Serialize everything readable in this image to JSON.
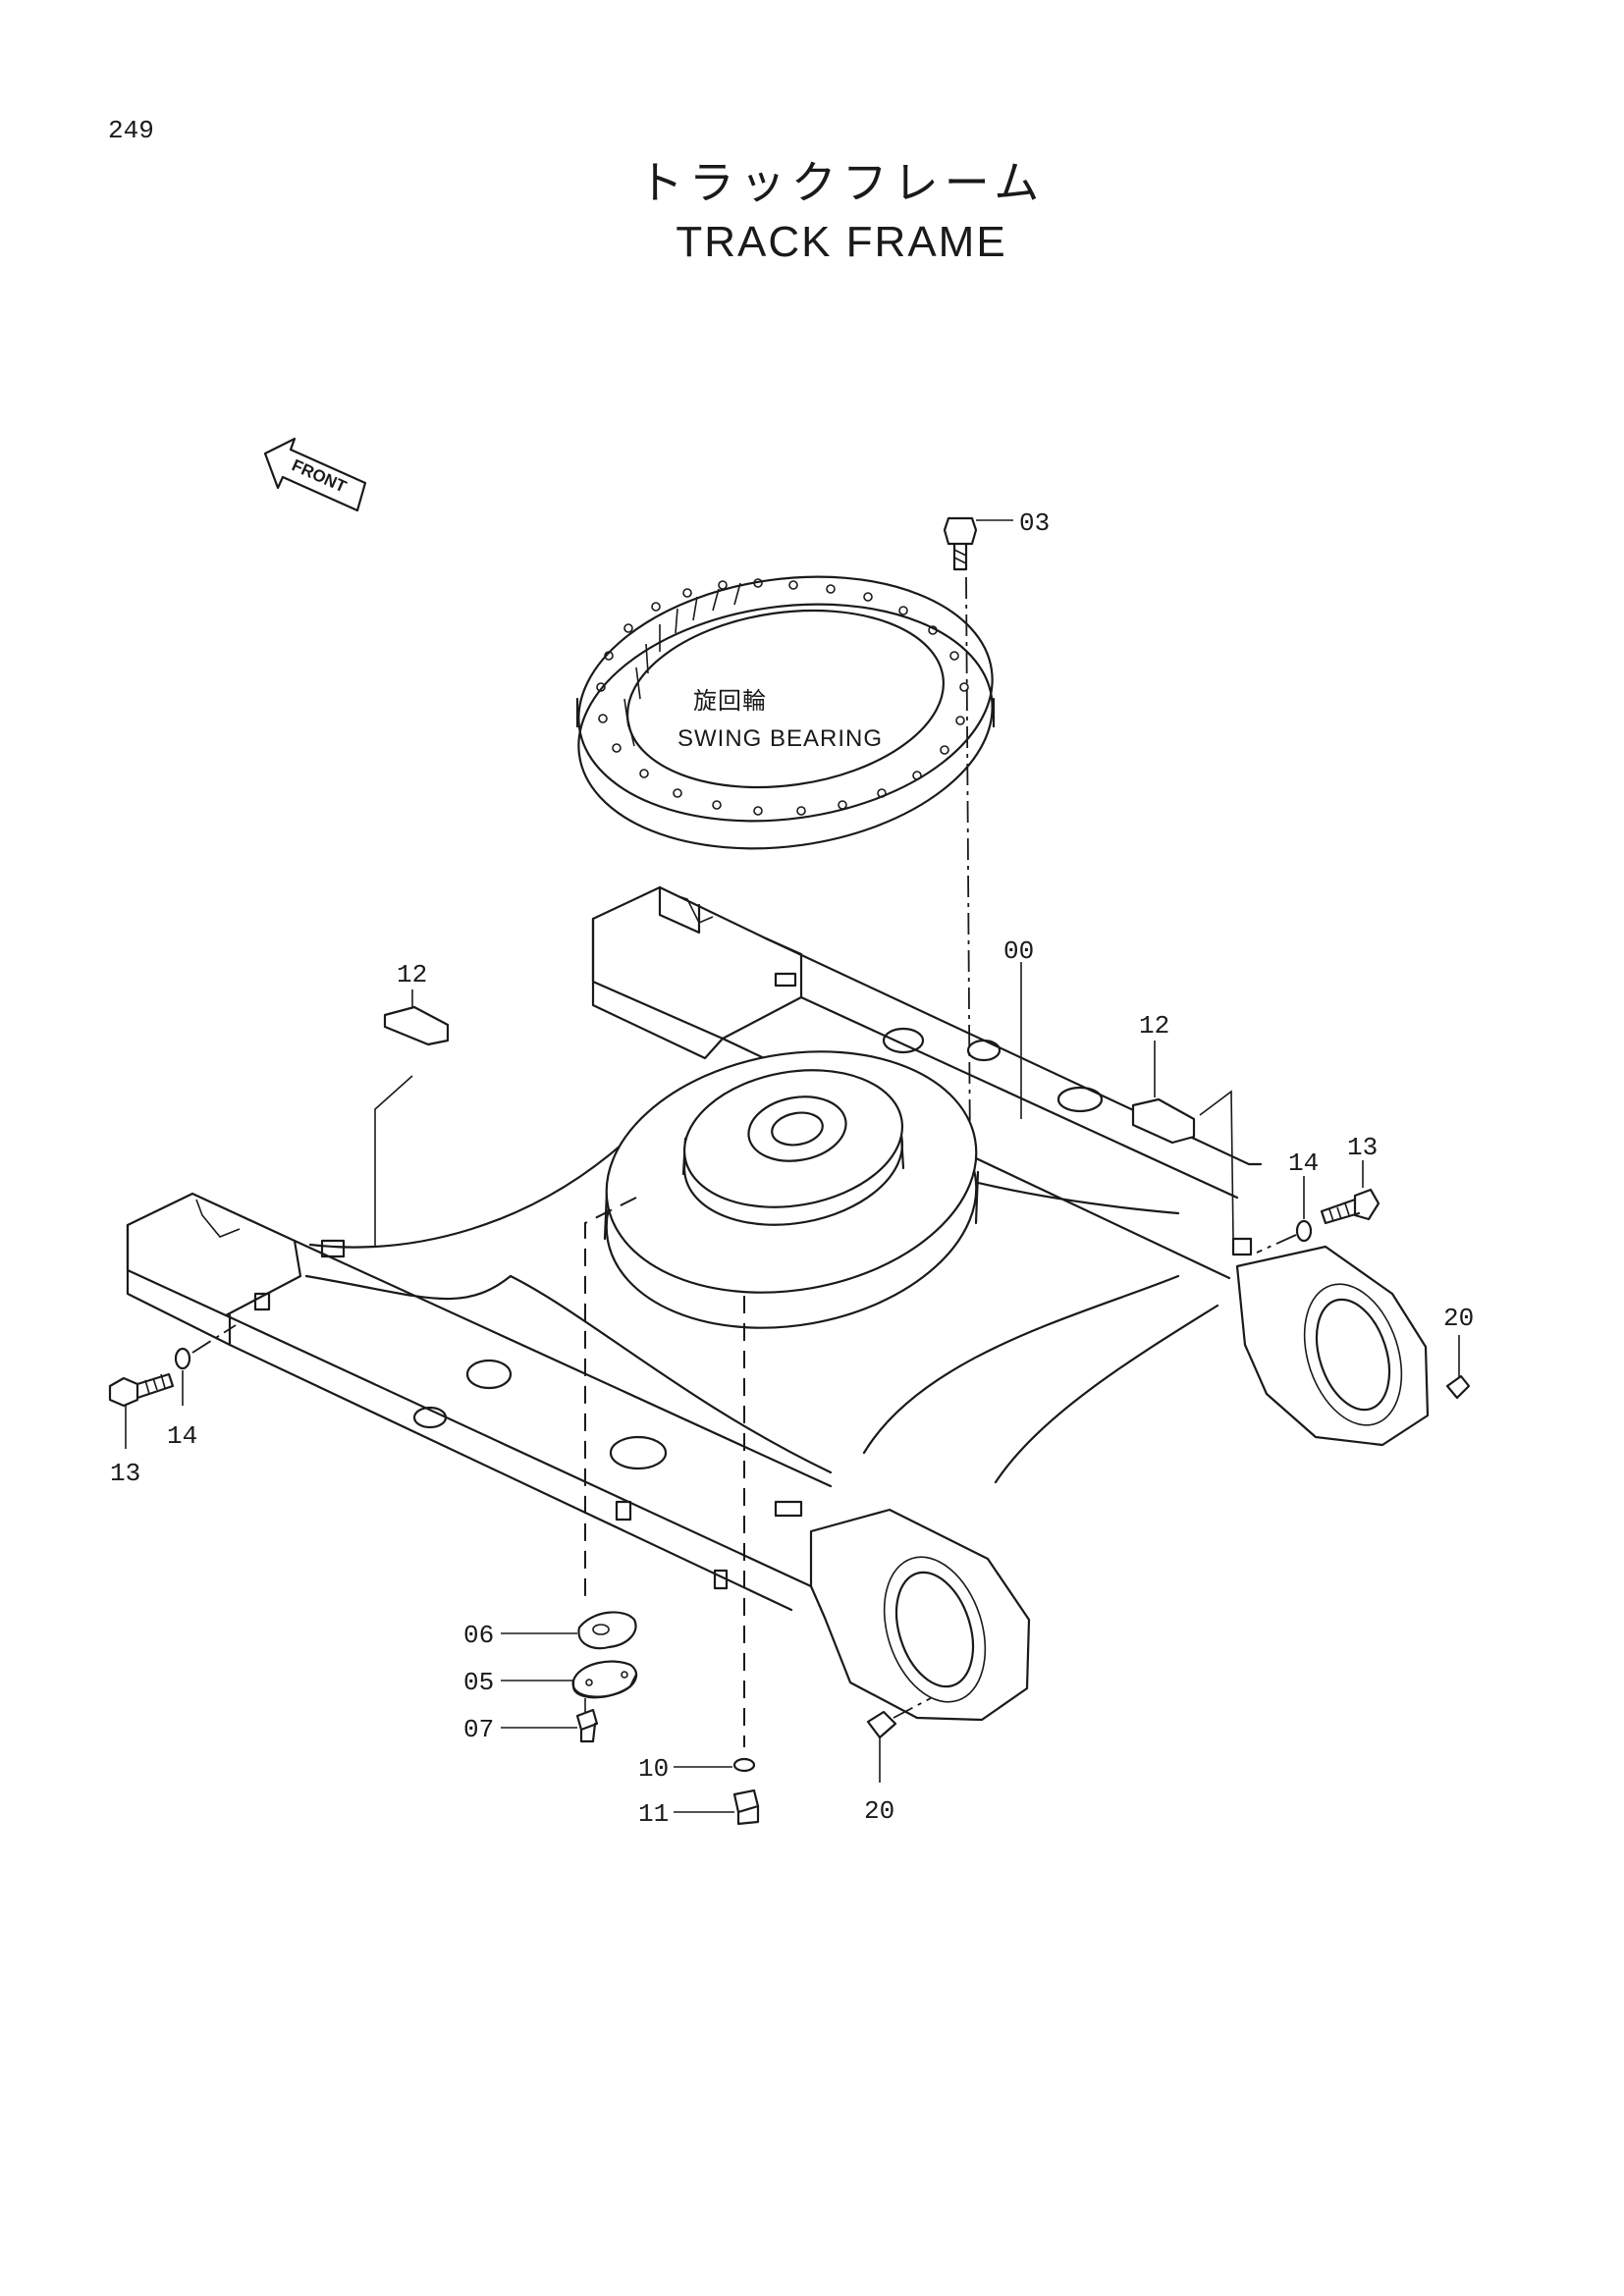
{
  "page": {
    "number": "249",
    "title_jp": "トラックフレーム",
    "title_en": "TRACK FRAME"
  },
  "diagram": {
    "front_arrow_label": "FRONT",
    "swing_bearing_label_jp": "旋回輪",
    "swing_bearing_label_en": "SWING BEARING",
    "callouts": [
      {
        "id": "03",
        "text": "03"
      },
      {
        "id": "00",
        "text": "00"
      },
      {
        "id": "12a",
        "text": "12"
      },
      {
        "id": "12b",
        "text": "12"
      },
      {
        "id": "13a",
        "text": "13"
      },
      {
        "id": "14a",
        "text": "14"
      },
      {
        "id": "13b",
        "text": "13"
      },
      {
        "id": "14b",
        "text": "14"
      },
      {
        "id": "20a",
        "text": "20"
      },
      {
        "id": "20b",
        "text": "20"
      },
      {
        "id": "06",
        "text": "06"
      },
      {
        "id": "05",
        "text": "05"
      },
      {
        "id": "07",
        "text": "07"
      },
      {
        "id": "10",
        "text": "10"
      },
      {
        "id": "11",
        "text": "11"
      }
    ]
  }
}
